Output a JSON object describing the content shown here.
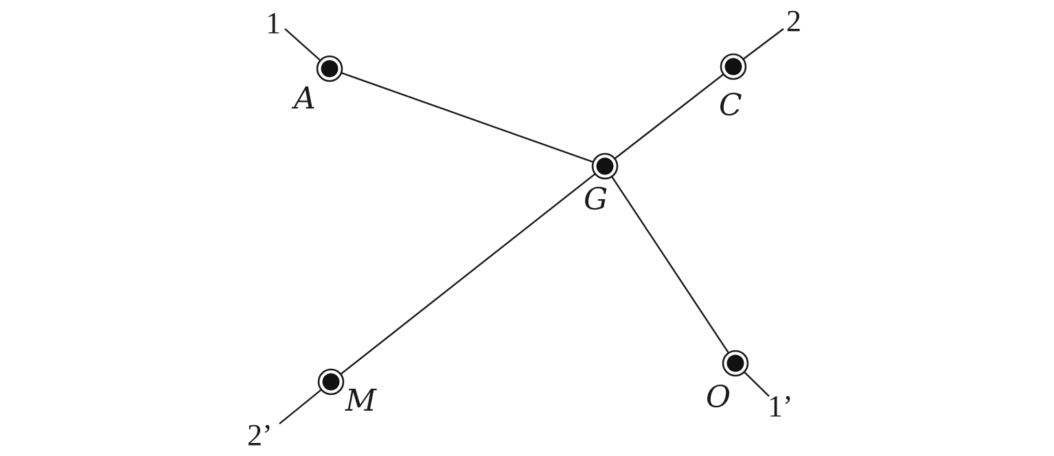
{
  "points": [
    {
      "id": "A",
      "label": "A"
    },
    {
      "id": "C",
      "label": "C"
    },
    {
      "id": "G",
      "label": "G"
    },
    {
      "id": "M",
      "label": "M"
    },
    {
      "id": "O",
      "label": "O"
    }
  ],
  "line_labels": [
    {
      "id": "1",
      "label": "1"
    },
    {
      "id": "2",
      "label": "2"
    },
    {
      "id": "2p",
      "label": "2’"
    },
    {
      "id": "1p",
      "label": "1’"
    }
  ],
  "segments": [
    {
      "from": "1",
      "to": "A"
    },
    {
      "from": "A",
      "to": "G"
    },
    {
      "from": "G",
      "to": "O"
    },
    {
      "from": "O",
      "to": "1p"
    },
    {
      "from": "2",
      "to": "C"
    },
    {
      "from": "C",
      "to": "G"
    },
    {
      "from": "G",
      "to": "M"
    },
    {
      "from": "M",
      "to": "2p"
    }
  ],
  "colors": {
    "line": "#1a1a1a",
    "node_fill": "#111111",
    "background": "#ffffff"
  }
}
